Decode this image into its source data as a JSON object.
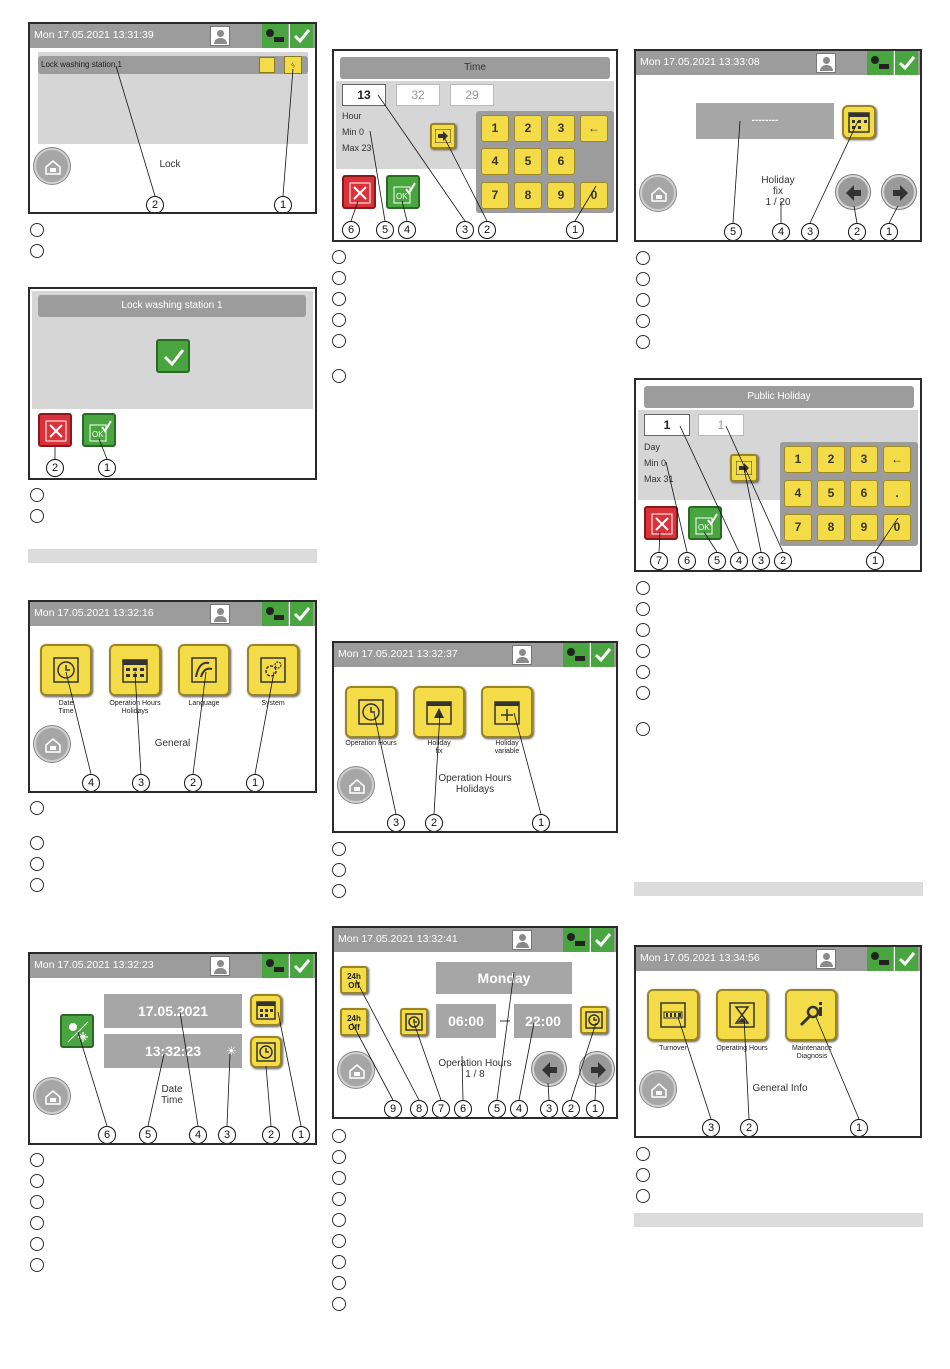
{
  "panel1": {
    "header": "Mon 17.05.2021  13:31:39",
    "bar": "Lock washing station 1",
    "caption": "Lock"
  },
  "panel2": {
    "bar": "Lock washing station 1"
  },
  "panel3": {
    "header": "Mon 17.05.2021  13:32:16",
    "buttons": [
      "Date\nTime",
      "Operation Hours\nHolidays",
      "Language",
      "System"
    ],
    "caption": "General"
  },
  "panel4": {
    "header": "Mon 17.05.2021  13:32:23",
    "date": "17.05.2021",
    "time": "13:32:23",
    "caption": "Date\nTime"
  },
  "panel5": {
    "bar": "Time",
    "fields": [
      "13",
      "32",
      "29"
    ],
    "info": [
      "Hour",
      "Min 0",
      "Max 23"
    ],
    "keys": [
      "1",
      "2",
      "3",
      "←",
      "4",
      "5",
      "6",
      "7",
      "8",
      "9",
      "0"
    ]
  },
  "panel6": {
    "header": "Mon 17.05.2021  13:32:37",
    "buttons": [
      "Operation Hours",
      "Holiday\nfix",
      "Holiday\nvariable"
    ],
    "caption": "Operation Hours\nHolidays"
  },
  "panel7": {
    "header": "Mon 17.05.2021  13:32:41",
    "day": "Monday",
    "start": "06:00",
    "end": "22:00",
    "btn24": "24h\nOff",
    "caption": "Operation Hours\n1 / 8"
  },
  "panel8": {
    "header": "Mon 17.05.2021  13:33:08",
    "field": "--------",
    "caption": "Holiday\nfix\n1 / 20"
  },
  "panel9": {
    "bar": "Public Holiday",
    "fields": [
      "1",
      "1"
    ],
    "info": [
      "Day",
      "Min 0",
      "Max 31"
    ],
    "keys": [
      "1",
      "2",
      "3",
      "←",
      "4",
      "5",
      "6",
      ".",
      "7",
      "8",
      "9",
      "0"
    ]
  },
  "panel10": {
    "header": "Mon 17.05.2021  13:34:56",
    "buttons": [
      "Turnover",
      "Operating Hours",
      "Maintenance\nDiagnosis"
    ],
    "caption": "General Info"
  }
}
